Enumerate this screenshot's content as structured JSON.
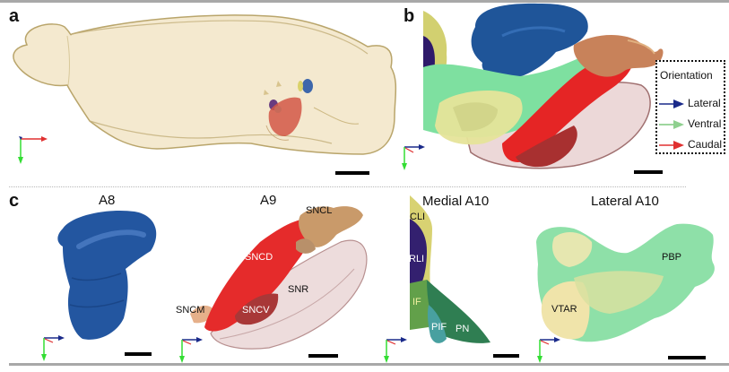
{
  "figure": {
    "panels": [
      {
        "id": "a",
        "letter": "a",
        "description": "Whole-brain transparent surface with embedded midbrain dopaminergic nuclei"
      },
      {
        "id": "b",
        "letter": "b",
        "description": "Close-up of combined dopaminergic nuclei"
      },
      {
        "id": "c",
        "letter": "c",
        "description": "Individual nuclei groups"
      }
    ],
    "legend": {
      "title": "Orientation",
      "items": [
        {
          "label": "Lateral",
          "color": "#1a2a8a"
        },
        {
          "label": "Ventral",
          "color": "#7fc97f"
        },
        {
          "label": "Caudal",
          "color": "#e03030"
        }
      ]
    },
    "subpanels_c": [
      {
        "title": "A8",
        "labels": []
      },
      {
        "title": "A9",
        "labels": [
          "SNCL",
          "SNCD",
          "SNR",
          "SNCM",
          "SNCV"
        ]
      },
      {
        "title": "Medial A10",
        "labels": [
          "CLI",
          "RLI",
          "IF",
          "PIF",
          "PN"
        ]
      },
      {
        "title": "Lateral A10",
        "labels": [
          "PBP",
          "VTAR"
        ]
      }
    ],
    "colors": {
      "brain_surface": "#f5ead0",
      "brain_outline": "#b8a46a",
      "a8_blue": "#2a5fa8",
      "a9_red": "#e02a2a",
      "snr_pink": "#ecdcdc",
      "sncl_tan": "#c89a6a",
      "cli_yellow": "#d8d070",
      "rli_purple": "#3a2478",
      "if_green": "#5a9a4a",
      "pn_green": "#3a8a5a",
      "pif_teal": "#4aa0a0",
      "pbp_green": "#8ee0a8",
      "vtar_cream": "#efe2a8",
      "axis_lateral": "#1a2a8a",
      "axis_ventral": "#33dd33",
      "axis_caudal": "#e03030"
    }
  }
}
